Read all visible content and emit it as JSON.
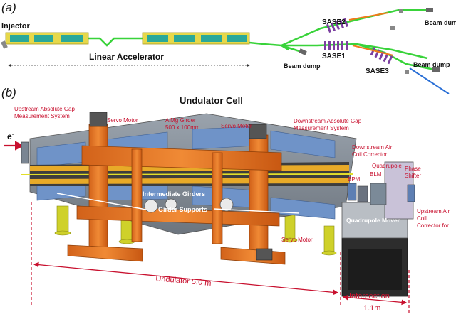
{
  "panel_a": {
    "panel_label": "(a)",
    "injector": "Injector",
    "linear_accelerator": "Linear Accelerator",
    "sase2": "SASE2",
    "sase1": "SASE1",
    "sase3": "SASE3",
    "beam_dump_top": "Beam dump",
    "beam_dump_mid": "Beam dump",
    "beam_dump_bottom": "Beam dump",
    "colors": {
      "beam_line": "#39d33a",
      "accel_box": "#e6d84a",
      "module": "#2aa89a",
      "undulator": "#7b3fa0",
      "photon_orange": "#f07a1a",
      "photon_blue": "#2a6fd6"
    }
  },
  "panel_b": {
    "panel_label": "(b)",
    "title": "Undulator Cell",
    "upstream_gap": "Upstream Absolute Gap Measurement System",
    "servo_motor_left": "Servo Motor",
    "almg_girder": "AlMg Girder",
    "almg_size": "500 x 100mm",
    "servo_motor_mid": "Servo Motor",
    "downstream_gap": "Downstream Absolute Gap Measurement System",
    "downstream_air": "Downstream Air Coil Corrector",
    "electron": "e",
    "electron_sup": "-",
    "bpm": "BPM",
    "blm": "BLM",
    "quadrupole": "Quadrupole",
    "phase_shifter": "Phase Shifter",
    "intermediate_girders": "Intermediate Girders",
    "girder_supports": "Girder Supports",
    "upstream_air": "Upstream Air Coil Corrector for next cell",
    "quadrupole_mover": "Quadrupole Mover",
    "servo_motor_bottom": "Servo Motor",
    "undulator_length": "Undulator 5.0 m",
    "intersection": "Intersection",
    "intersection_length": "1.1m",
    "colors": {
      "frame_orange": "#e8731e",
      "plate_blue": "#6f93c8",
      "annot_red": "#c8102e",
      "support_yellow": "#cfd12a"
    }
  }
}
